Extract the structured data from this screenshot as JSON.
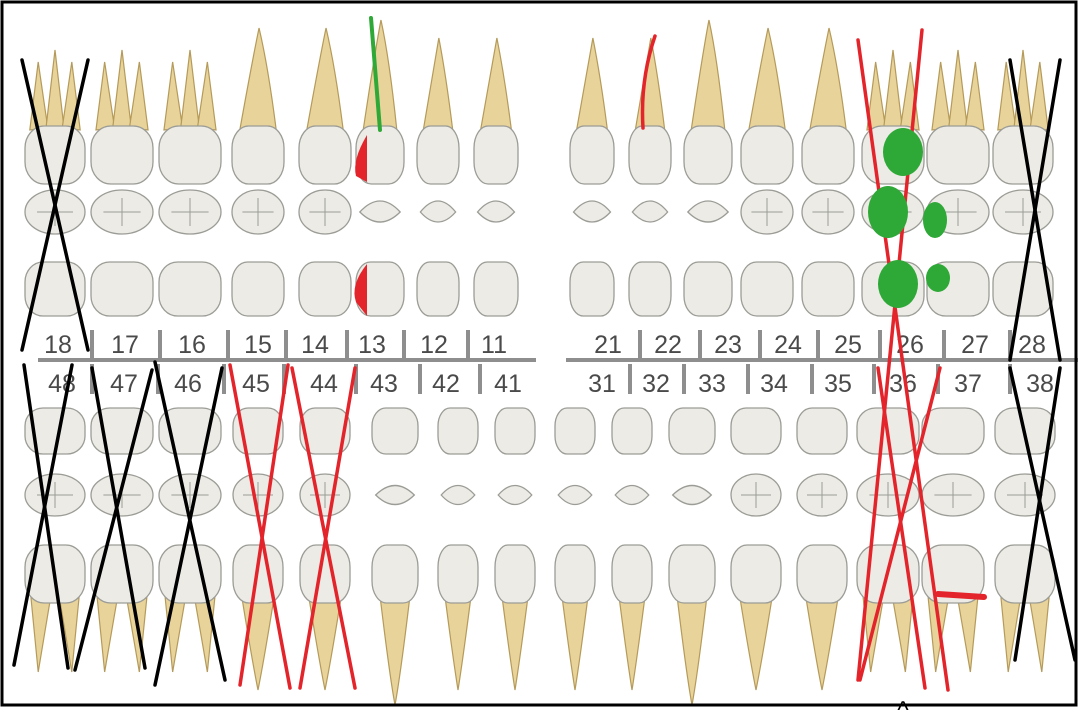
{
  "upper_numbers": [
    "18",
    "17",
    "16",
    "15",
    "14",
    "13",
    "12",
    "11",
    "21",
    "22",
    "23",
    "24",
    "25",
    "26",
    "27",
    "28"
  ],
  "lower_numbers": [
    "48",
    "47",
    "46",
    "45",
    "44",
    "43",
    "42",
    "41",
    "31",
    "32",
    "33",
    "34",
    "35",
    "36",
    "37",
    "38"
  ],
  "caret": "^",
  "colors": {
    "paper": "#ffffff",
    "tooth_fill": "#ecebe6",
    "tooth_stroke": "#9c9c96",
    "root_fill": "#e8d49a",
    "root_stroke": "#b59a5a",
    "number_text": "#4a4a4a",
    "red_mark": "#e3242b",
    "green_mark": "#2ea836",
    "black_mark": "#000000"
  },
  "markings": [
    {
      "tooth": "18",
      "mark": "black-x"
    },
    {
      "tooth": "28",
      "mark": "black-x"
    },
    {
      "tooth": "26",
      "mark": "red-x"
    },
    {
      "tooth": "26",
      "mark": "green-dots"
    },
    {
      "tooth": "13",
      "mark": "green-line"
    },
    {
      "tooth": "13",
      "mark": "red-fill"
    },
    {
      "tooth": "22",
      "mark": "red-line"
    },
    {
      "tooth": "48",
      "mark": "black-x"
    },
    {
      "tooth": "47",
      "mark": "black-x"
    },
    {
      "tooth": "46",
      "mark": "black-x"
    },
    {
      "tooth": "38",
      "mark": "black-x"
    },
    {
      "tooth": "45",
      "mark": "red-x"
    },
    {
      "tooth": "44",
      "mark": "red-x"
    },
    {
      "tooth": "36",
      "mark": "red-x"
    },
    {
      "tooth": "37",
      "mark": "red-bar"
    }
  ]
}
